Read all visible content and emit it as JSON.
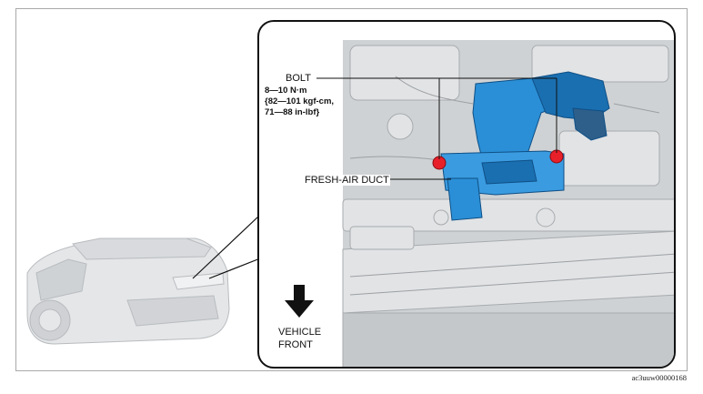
{
  "callouts": {
    "bolt": "BOLT",
    "torque_line1": "8—10 N·m",
    "torque_line2": "{82—101 kgf-cm,",
    "torque_line3": "71—88 in-lbf}",
    "duct": "FRESH-AIR DUCT"
  },
  "direction": {
    "line1": "VEHICLE",
    "line2": "FRONT",
    "icon": "down-arrow-icon"
  },
  "figure_code": "ac3uuw00000168",
  "colors": {
    "duct": "#2a8fd6",
    "duct_dark": "#1a6fb0",
    "bolt": "#e8202a",
    "engine_gray": "#c9ccce"
  }
}
